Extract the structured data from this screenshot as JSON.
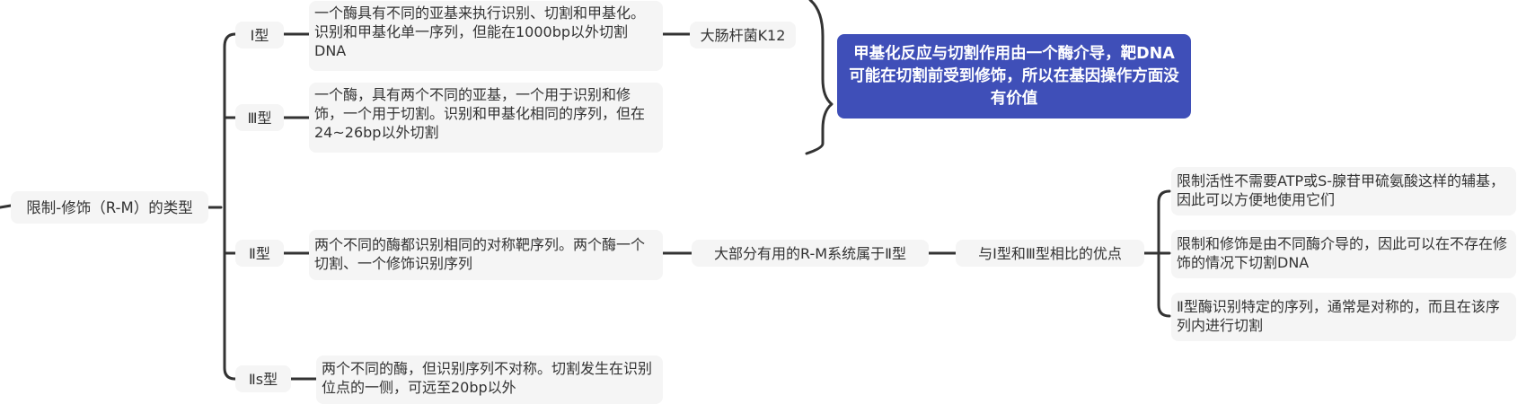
{
  "root": {
    "label": "限制-修饰（R-M）的类型"
  },
  "types": [
    {
      "label": "Ⅰ型",
      "desc": "一个酶具有不同的亚基来执行识别、切割和甲基化。识别和甲基化单一序列，但能在1000bp以外切割DNA",
      "example": "大肠杆菌K12"
    },
    {
      "label": "Ⅲ型",
      "desc": "一个酶，具有两个不同的亚基，一个用于识别和修饰，一个用于切割。识别和甲基化相同的序列，但在24~26bp以外切割"
    },
    {
      "label": "Ⅱ型",
      "desc": "两个不同的酶都识别相同的对称靶序列。两个酶一个切割、一个修饰识别序列",
      "note": "大部分有用的R-M系统属于Ⅱ型"
    },
    {
      "label": "Ⅱs型",
      "desc": "两个不同的酶，但识别序列不对称。切割发生在识别位点的一侧，可远至20bp以外"
    }
  ],
  "summary": {
    "label": "甲基化反应与切割作用由一个酶介导，靶DNA可能在切割前受到修饰，所以在基因操作方面没有价值"
  },
  "advantages": {
    "label": "与Ⅰ型和Ⅲ型相比的优点",
    "items": [
      "限制活性不需要ATP或S-腺苷甲硫氨酸这样的辅基，因此可以方便地使用它们",
      "限制和修饰是由不同酶介导的，因此可以在不存在修饰的情况下切割DNA",
      "Ⅱ型酶识别特定的序列，通常是对称的，而且在该序列内进行切割"
    ]
  },
  "colors": {
    "line": "#333333",
    "node_bg": "#f5f5f5",
    "summary_bg": "#3f4fb8",
    "summary_text": "#ffffff"
  }
}
